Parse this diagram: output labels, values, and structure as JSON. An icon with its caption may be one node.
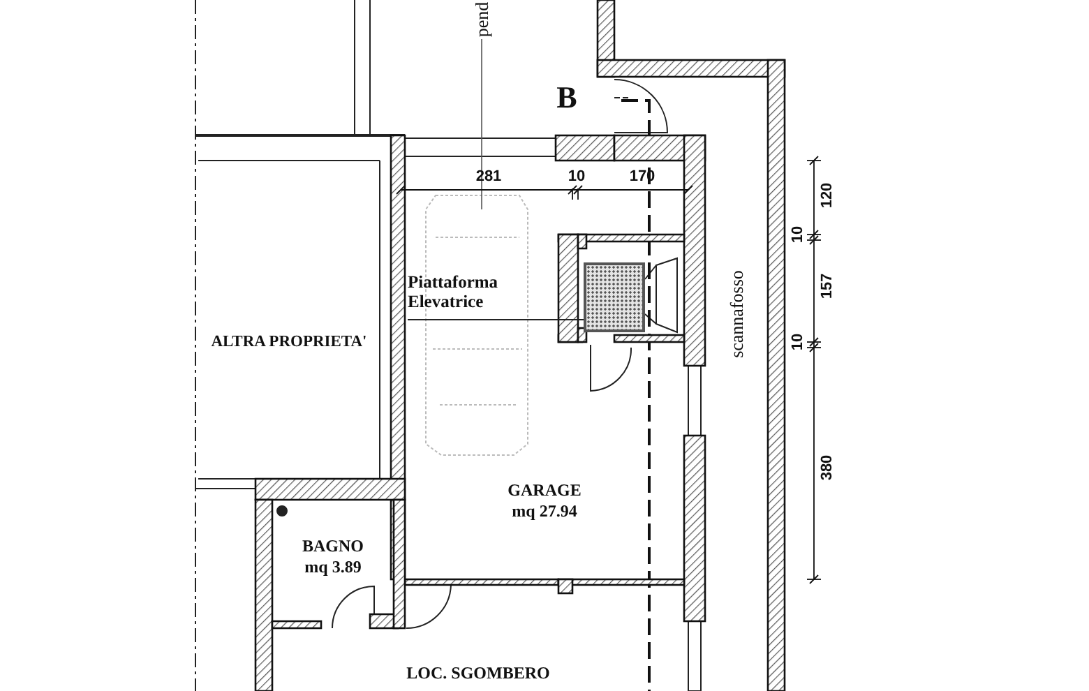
{
  "diagram": {
    "nodes": [
      {
        "text": [
          "ALTRA PROPRIETA'"
        ]
      },
      {
        "text": [
          "GARAGE",
          "mq 27.94"
        ]
      },
      {
        "text": [
          "Piattaforma Elevatrice"
        ],
        "in": 1
      },
      {
        "text": [],
        "shape": "box",
        "in": 1
      },
      {
        "text": [
          "BAGNO",
          "mq 3.89"
        ]
      },
      {
        "text": [
          "LOC. SGOMBERO"
        ]
      },
      {
        "text": [
          "scannafosso"
        ]
      }
    ],
    "edges": [
      {
        "from": 2,
        "to": 3,
        "arrow": "none"
      }
    ],
    "labels": [
      "pend",
      "B",
      "281",
      "10",
      "170",
      "120",
      "10",
      "157",
      "10",
      "380"
    ]
  }
}
